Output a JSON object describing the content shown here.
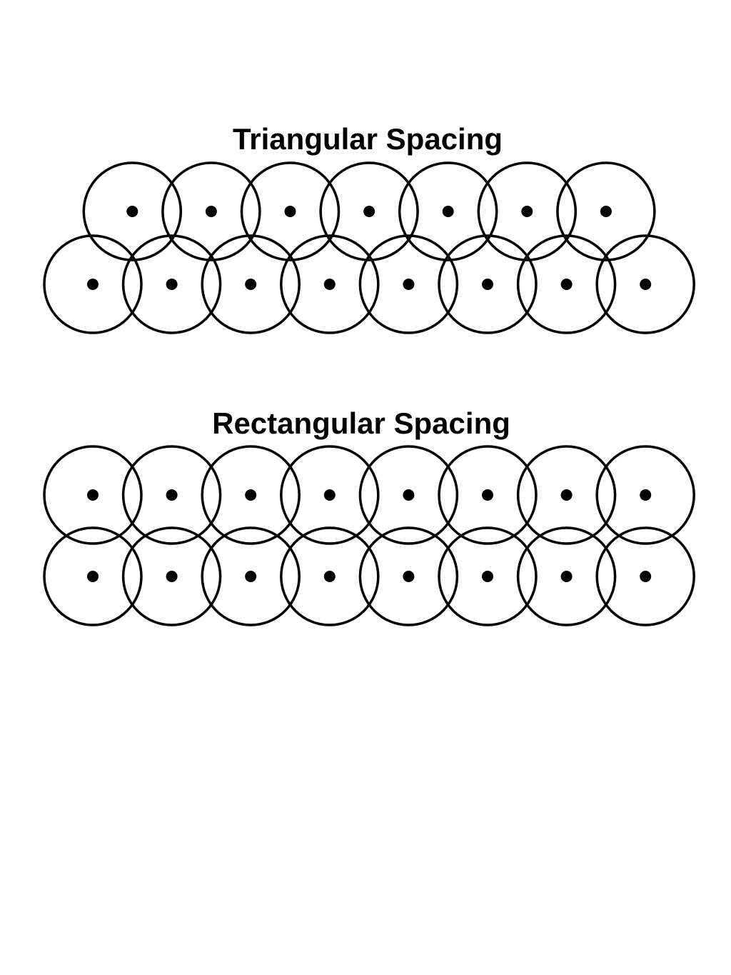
{
  "colors": {
    "background": "#ffffff",
    "stroke": "#000000",
    "dot": "#000000"
  },
  "panels": [
    {
      "key": "triangular",
      "title": "Triangular Spacing",
      "rows": [
        {
          "count": 7,
          "offset": "half-spacing"
        },
        {
          "count": 8,
          "offset": "none"
        }
      ]
    },
    {
      "key": "rectangular",
      "title": "Rectangular Spacing",
      "rows": [
        {
          "count": 8,
          "offset": "none"
        },
        {
          "count": 8,
          "offset": "none"
        }
      ]
    }
  ]
}
